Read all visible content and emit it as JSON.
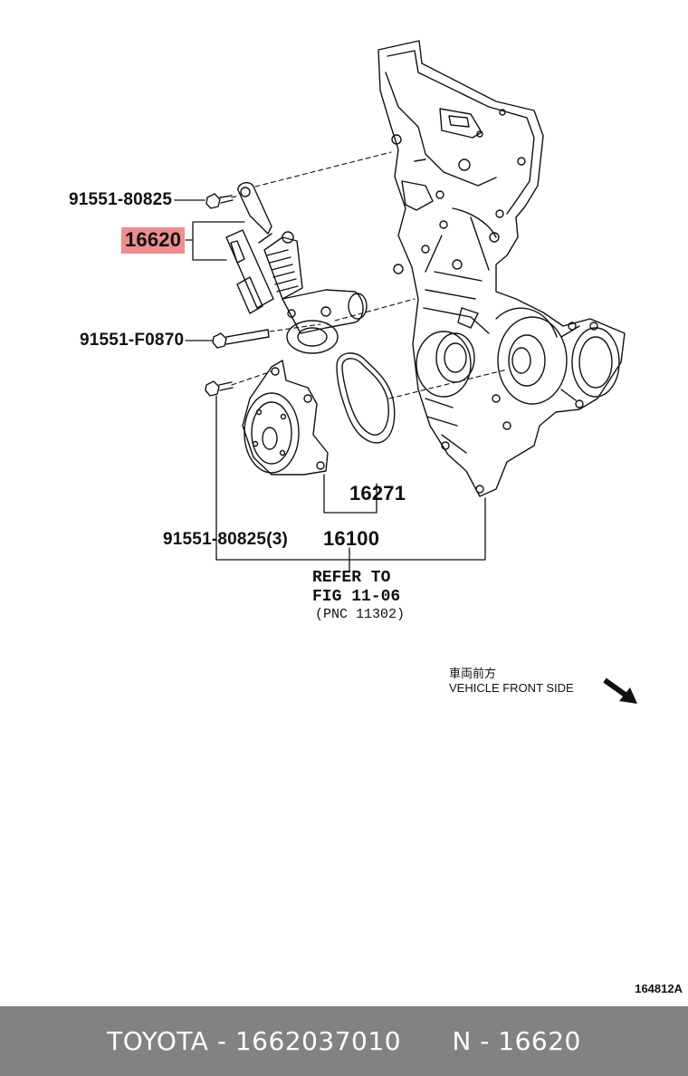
{
  "callouts": {
    "bolt_top": "91551-80825",
    "tensioner": "16620",
    "bolt_mid": "91551-F0870",
    "bolt_pump": "91551-80825(3)",
    "gasket": "16271",
    "water_pump": "16100"
  },
  "refer": {
    "line1": "REFER TO",
    "line2": "FIG 11-06",
    "line3": "(PNC 11302)"
  },
  "direction": {
    "japanese": "車両前方",
    "english": "VEHICLE FRONT SIDE",
    "icon": "arrow-down-right-icon"
  },
  "figure_id": "164812A",
  "footer": {
    "brand": "TOYOTA",
    "part_number": "1662037010",
    "pnc": "N - 16620"
  },
  "colors": {
    "highlight": "#f08d8d",
    "footer_bg": "#828282",
    "line": "#111111"
  }
}
